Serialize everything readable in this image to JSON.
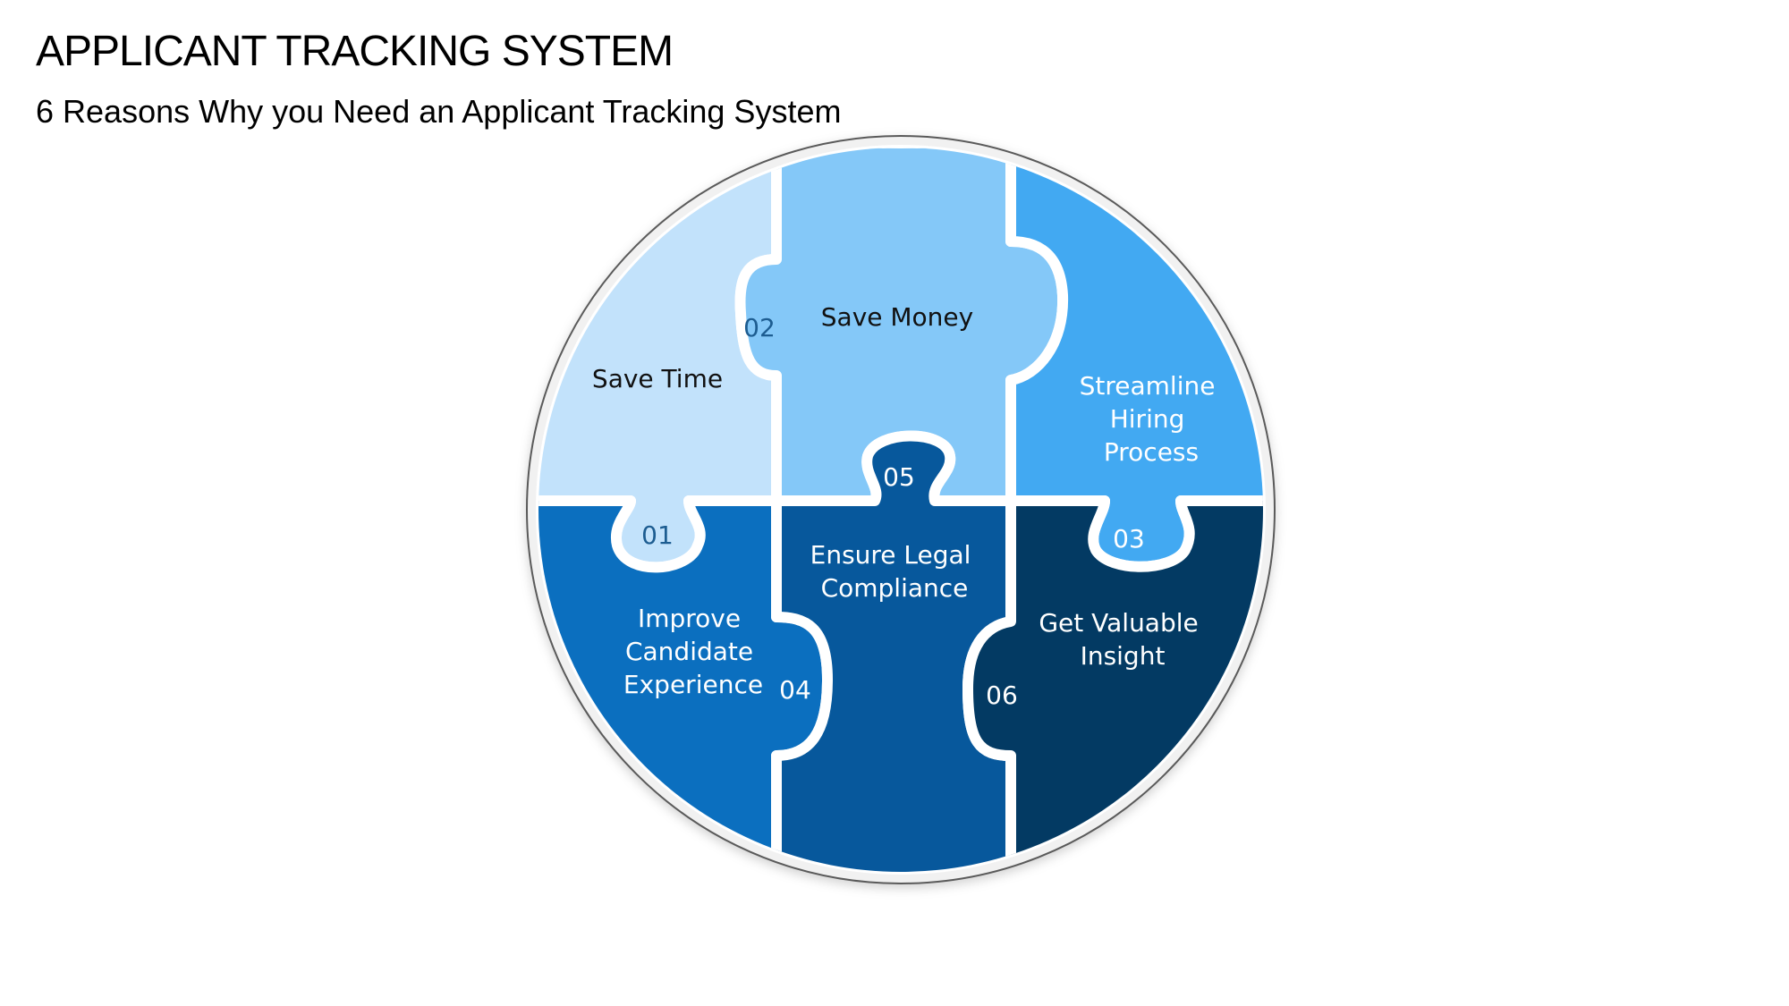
{
  "header": {
    "title": "APPLICANT TRACKING SYSTEM",
    "subtitle": "6 Reasons Why you Need an Applicant Tracking System"
  },
  "colors": {
    "piece_01": "#c2e2fb",
    "piece_02": "#84c8f8",
    "piece_03": "#42a9f2",
    "piece_04": "#0b6fbf",
    "piece_05": "#07589c",
    "piece_06": "#033a63",
    "gap": "#ffffff",
    "ring": "#f1f1f1"
  },
  "pieces": [
    {
      "id": "01",
      "label_lines": [
        "Save Time"
      ]
    },
    {
      "id": "02",
      "label_lines": [
        "Save Money"
      ]
    },
    {
      "id": "03",
      "label_lines": [
        "Streamline",
        "Hiring",
        "Process"
      ]
    },
    {
      "id": "04",
      "label_lines": [
        "Improve",
        "Candidate",
        "Experience"
      ]
    },
    {
      "id": "05",
      "label_lines": [
        "Ensure Legal",
        "Compliance"
      ]
    },
    {
      "id": "06",
      "label_lines": [
        "Get Valuable",
        "Insight"
      ]
    }
  ]
}
